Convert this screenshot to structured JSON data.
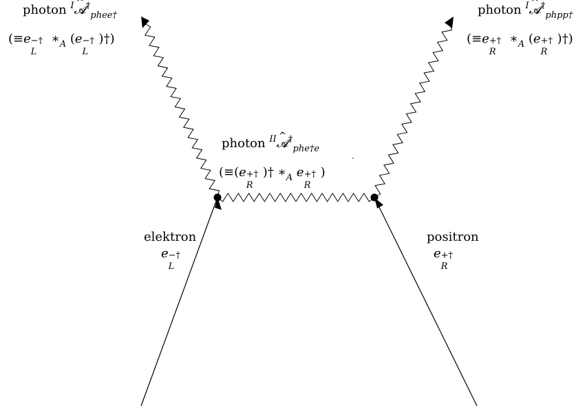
{
  "labels": {
    "top_left": {
      "word": "photon",
      "field_prefix": "I",
      "field_symbol": "𝓐",
      "field_dagger": "†",
      "field_subscript": "phee†",
      "def_open": "(≡",
      "def_e": "e",
      "def_e_sub": "L",
      "def_e_sup": "−†",
      "def_star": "∗",
      "def_star_sub": "A",
      "def_paren_open": "(",
      "def_e2_sup": "−†",
      "def_close": ")†)"
    },
    "top_right": {
      "word": "photon",
      "field_prefix": "I",
      "field_symbol": "𝓐",
      "field_dagger": "†",
      "field_subscript": "phpp†",
      "def_open": "(≡",
      "def_e": "e",
      "def_e_sub": "R",
      "def_e_sup": "+†",
      "def_star": "∗",
      "def_star_sub": "A",
      "def_paren_open": "(",
      "def_e2_sup": "+†",
      "def_close": ")†)"
    },
    "middle": {
      "word": "photon",
      "field_prefix": "II",
      "field_symbol": "𝓐",
      "field_dagger": "†",
      "field_subscript": "phe†e",
      "def_open": "(≡(",
      "def_e": "e",
      "def_e_sub": "R",
      "def_e_sup": "+†",
      "def_mid": ")†",
      "def_star": "∗",
      "def_star_sub": "A",
      "def_e2_sup": "+†",
      "def_close": ")"
    },
    "electron": {
      "word": "elektron",
      "symbol": "e",
      "sub": "L",
      "sup": "−†"
    },
    "positron": {
      "word": "positron",
      "symbol": "e",
      "sub": "R",
      "sup": "+†"
    }
  }
}
